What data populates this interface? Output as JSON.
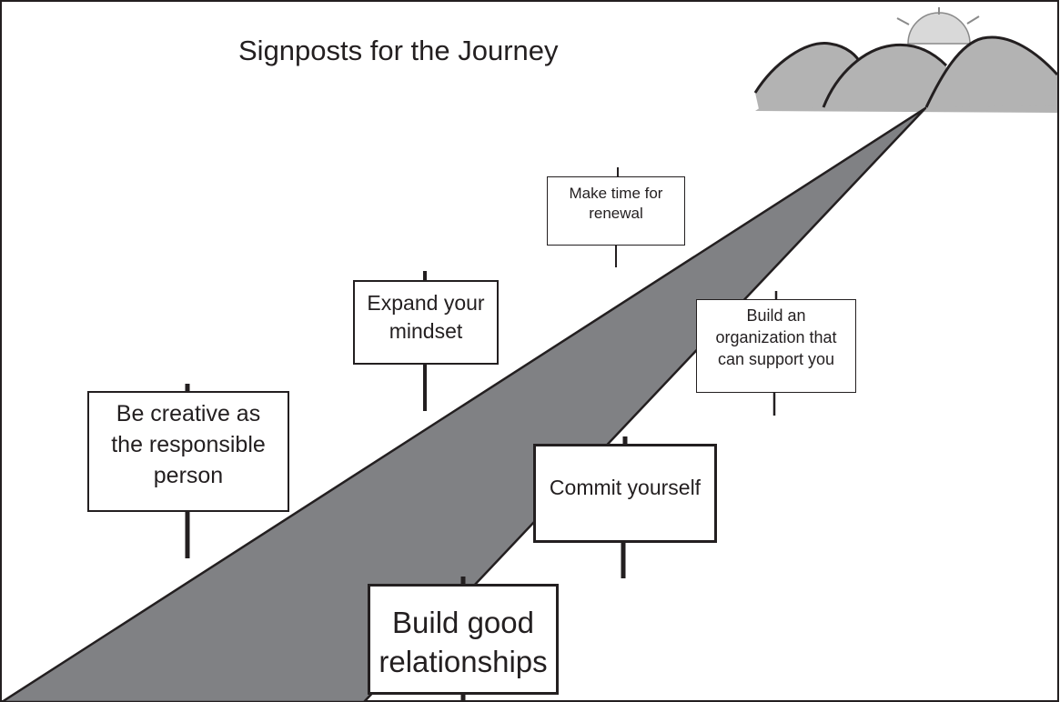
{
  "title": "Signposts for the Journey",
  "signs": {
    "renewal": "Make time for renewal",
    "mindset": "Expand your mindset",
    "organization": "Build an organization that can support you",
    "creative": "Be creative as the responsible person",
    "commit": "Commit yourself",
    "relationships": "Build good relationships"
  },
  "colors": {
    "road": "#808184",
    "mountain": "#b3b3b3",
    "sun": "#d9d9d9",
    "outline": "#231f20"
  }
}
